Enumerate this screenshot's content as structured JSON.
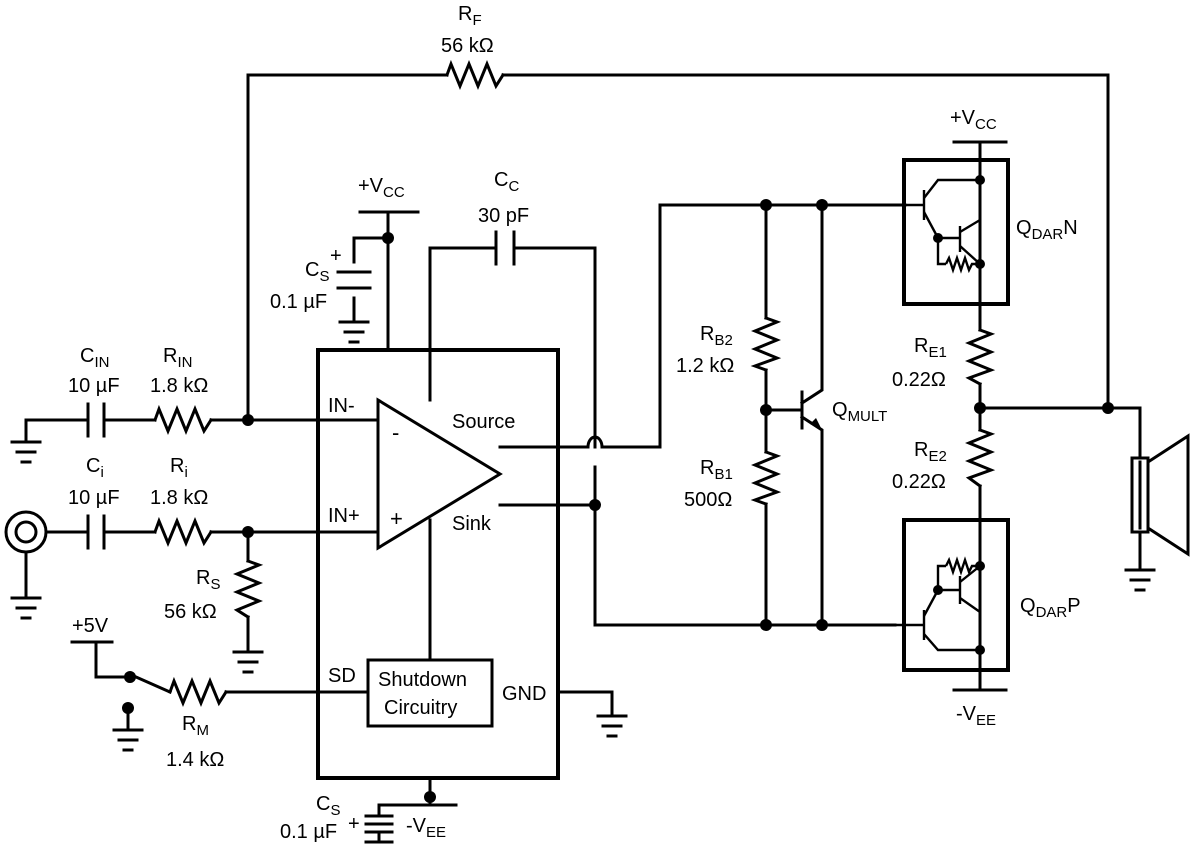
{
  "labels": {
    "rf_name": "R",
    "rf_sub": "F",
    "rf_value": "56 kΩ",
    "cin_name": "C",
    "cin_sub": "IN",
    "cin_value": "10 µF",
    "rin_name": "R",
    "rin_sub": "IN",
    "rin_value": "1.8 kΩ",
    "ci_name": "C",
    "ci_sub": "i",
    "ci_value": "10 µF",
    "ri_name": "R",
    "ri_sub": "i",
    "ri_value": "1.8 kΩ",
    "rs_name": "R",
    "rs_sub": "S",
    "rs_value": "56 kΩ",
    "cs1_name": "C",
    "cs1_sub": "S",
    "cs1_value": "0.1 µF",
    "cs2_name": "C",
    "cs2_sub": "S",
    "cs2_value": "0.1 µF",
    "cc_name": "C",
    "cc_sub": "C",
    "cc_value": "30 pF",
    "rm_name": "R",
    "rm_sub": "M",
    "rm_value": "1.4 kΩ",
    "rb2_name": "R",
    "rb2_sub": "B2",
    "rb2_value": "1.2 kΩ",
    "rb1_name": "R",
    "rb1_sub": "B1",
    "rb1_value": "500Ω",
    "re1_name": "R",
    "re1_sub": "E1",
    "re1_value": "0.22Ω",
    "re2_name": "R",
    "re2_sub": "E2",
    "re2_value": "0.22Ω",
    "qmult_name": "Q",
    "qmult_sub": "MULT",
    "qdarn_name": "Q",
    "qdarn_sub": "DAR",
    "qdarn_suffix": "N",
    "qdarp_name": "Q",
    "qdarp_sub": "DAR",
    "qdarp_suffix": "P",
    "vcc1_prefix": "+V",
    "vcc1_sub": "CC",
    "vcc2_prefix": "+V",
    "vcc2_sub": "CC",
    "vee1_prefix": "-V",
    "vee1_sub": "EE",
    "vee2_prefix": "-V",
    "vee2_sub": "EE",
    "plus5v": "+5V",
    "pin_in_minus": "IN-",
    "pin_in_plus": "IN+",
    "pin_sd": "SD",
    "pin_gnd": "GND",
    "pin_source": "Source",
    "pin_sink": "Sink",
    "opamp_minus": "-",
    "opamp_plus": "+",
    "shutdown_line1": "Shutdown",
    "shutdown_line2": "Circuitry",
    "cap_plus": "+"
  }
}
